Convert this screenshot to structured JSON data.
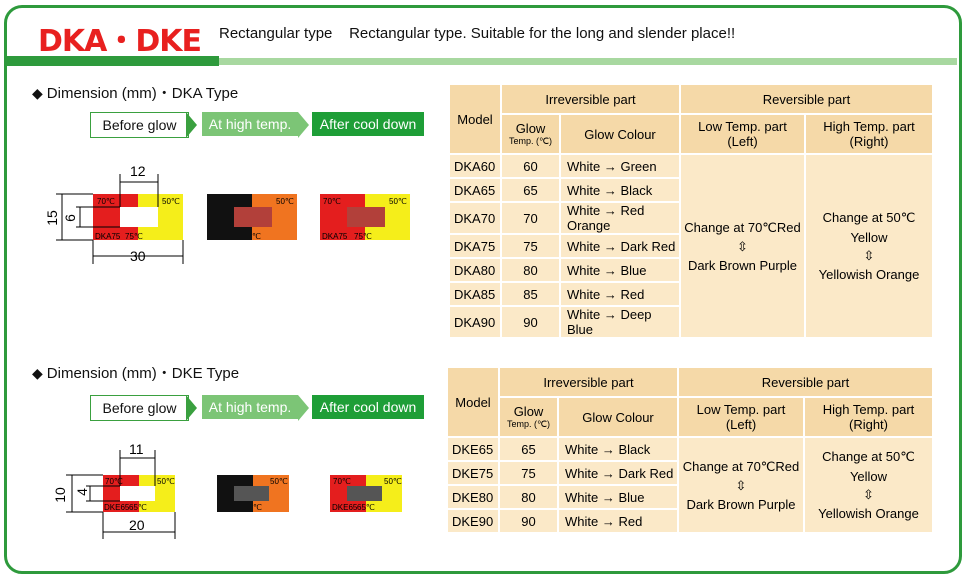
{
  "header": {
    "title": "DKA・DKE",
    "subtitle": "Rectangular type    Rectangular type. Suitable for the long and slender place!!"
  },
  "dka": {
    "section_title": "Dimension (mm)・DKA Type",
    "steps": [
      "Before glow",
      "At high temp.",
      "After cool down"
    ],
    "dims": {
      "w_label": "12",
      "h_label": "15",
      "inner_h_label": "6",
      "total_w_label": "30"
    },
    "sticker_labels": {
      "left_temp": "70℃",
      "right_temp": "50℃",
      "model": "DKA75",
      "model_temp": "75℃",
      "mid_temp": "℃"
    }
  },
  "dke": {
    "section_title": "Dimension (mm)・DKE Type",
    "steps": [
      "Before glow",
      "At high temp.",
      "After cool down"
    ],
    "dims": {
      "w_label": "11",
      "h_label": "10",
      "inner_h_label": "4",
      "total_w_label": "20"
    },
    "sticker_labels": {
      "left_temp": "70℃",
      "right_temp": "50℃",
      "model": "DKE65",
      "model_temp": "65℃",
      "mid_temp": "℃"
    }
  },
  "table_headers": {
    "model": "Model",
    "irreversible": "Irreversible part",
    "reversible": "Reversible part",
    "glow": "Glow",
    "temp_unit": "Temp. (℃)",
    "glow_colour": "Glow Colour",
    "low_temp": "Low Temp. part",
    "low_sub": "(Left)",
    "high_temp": "High Temp. part",
    "high_sub": "(Right)"
  },
  "dka_table": {
    "rows": [
      {
        "model": "DKA60",
        "temp": "60",
        "colour": "White → Green"
      },
      {
        "model": "DKA65",
        "temp": "65",
        "colour": "White → Black"
      },
      {
        "model": "DKA70",
        "temp": "70",
        "colour": "White → Red Orange"
      },
      {
        "model": "DKA75",
        "temp": "75",
        "colour": "White → Dark Red"
      },
      {
        "model": "DKA80",
        "temp": "80",
        "colour": "White → Blue"
      },
      {
        "model": "DKA85",
        "temp": "85",
        "colour": "White → Red"
      },
      {
        "model": "DKA90",
        "temp": "90",
        "colour": "White → Deep Blue"
      }
    ],
    "low_lines": [
      "Change at 70℃Red",
      "⇳",
      "Dark Brown Purple"
    ],
    "high_lines": [
      "Change at 50℃",
      "Yellow",
      "⇳",
      "Yellowish Orange"
    ]
  },
  "dke_table": {
    "rows": [
      {
        "model": "DKE65",
        "temp": "65",
        "colour": "White → Black"
      },
      {
        "model": "DKE75",
        "temp": "75",
        "colour": "White → Dark Red"
      },
      {
        "model": "DKE80",
        "temp": "80",
        "colour": "White → Blue"
      },
      {
        "model": "DKE90",
        "temp": "90",
        "colour": "White → Red"
      }
    ],
    "low_lines": [
      "Change at 70℃Red",
      "⇳",
      "Dark Brown Purple"
    ],
    "high_lines": [
      "Change at 50℃",
      "Yellow",
      "⇳",
      "Yellowish Orange"
    ]
  },
  "colors": {
    "accent_green": "#2e9a3c",
    "title_red": "#e8201f",
    "table_bg": "#fbe9c8",
    "table_head": "#f5d9a8"
  }
}
